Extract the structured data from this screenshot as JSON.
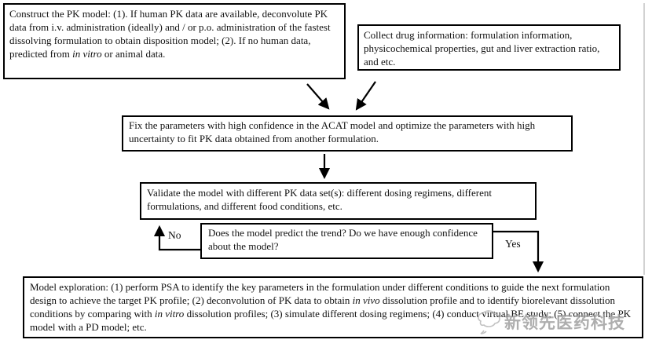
{
  "diagram": {
    "boxes": {
      "construct": {
        "segments": [
          {
            "t": "Construct the PK model: (1). If human PK data are available, deconvolute PK data from i.v. administration (ideally) and / or p.o. administration of the fastest dissolving formulation to obtain disposition model; (2). If no human data, predicted from "
          },
          {
            "t": "in vitro",
            "i": true
          },
          {
            "t": " or animal data."
          }
        ]
      },
      "collect": {
        "segments": [
          {
            "t": "Collect drug information: formulation information, physicochemical properties, gut and liver extraction ratio, and etc."
          }
        ]
      },
      "fix": {
        "segments": [
          {
            "t": "Fix the parameters with high confidence in the ACAT model and optimize the parameters with high uncertainty to fit PK data obtained from another formulation."
          }
        ]
      },
      "validate": {
        "segments": [
          {
            "t": "Validate the model with different PK data set(s): different dosing regimens, different formulations, and different food conditions, etc."
          }
        ]
      },
      "decision": {
        "segments": [
          {
            "t": "Does the model predict the trend?  Do we have enough confidence about the model?"
          }
        ]
      },
      "exploration": {
        "segments": [
          {
            "t": "Model exploration: (1) perform PSA to identify the key parameters in the formulation under different conditions to guide the next formulation design to achieve the target PK profile; (2) deconvolution of PK data to obtain "
          },
          {
            "t": "in vivo",
            "i": true
          },
          {
            "t": " dissolution profile and to identify biorelevant dissolution conditions by comparing with "
          },
          {
            "t": "in vitro",
            "i": true
          },
          {
            "t": " dissolution profiles; (3) simulate different dosing regimens; (4) conduct virtual BE study; (5) connect the PK model with a PD model; etc."
          }
        ]
      }
    },
    "labels": {
      "no": "No",
      "yes": "Yes"
    },
    "watermark": {
      "text": "新领先医药科技",
      "logo_icon": "speech-bubble-logo-icon"
    },
    "colors": {
      "line": "#000000",
      "watermark_gray": "#9b9b9b",
      "divider_gray": "#c4c4c4"
    }
  }
}
